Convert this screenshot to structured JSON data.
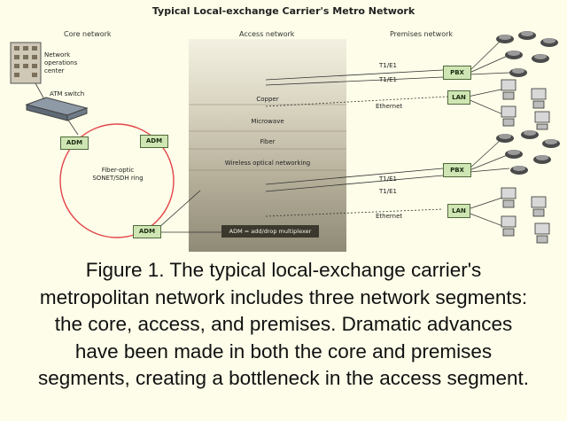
{
  "diagram": {
    "title": "Typical Local-exchange Carrier's Metro Network",
    "segments": {
      "core": "Core network",
      "access": "Access network",
      "premises": "Premises network"
    },
    "core": {
      "noc_label": "Network operations center",
      "atm_switch": "ATM switch",
      "adm": "ADM",
      "ring_label": "Fiber-optic SONET/SDH ring"
    },
    "access": {
      "media": [
        "Copper",
        "Microwave",
        "Fiber",
        "Wireless optical networking"
      ],
      "adm_legend": "ADM = add/drop multiplexer"
    },
    "premises": {
      "link_t1": "T1/E1",
      "link_ethernet": "Ethernet",
      "pbx": "PBX",
      "lan": "LAN"
    }
  },
  "caption": {
    "lines": [
      "Figure 1. The typical local-exchange carrier's",
      "metropolitan network includes three network segments:",
      "the core, access, and premises. Dramatic advances",
      "have been made in both the core and premises",
      "segments, creating a bottleneck in the access segment."
    ]
  },
  "colors": {
    "background": "#fdfde9",
    "box_fill": "#cfe6b4",
    "ring": "#e4454a",
    "band_top": "#f4f1e2",
    "band_bottom": "#8f8a76"
  }
}
